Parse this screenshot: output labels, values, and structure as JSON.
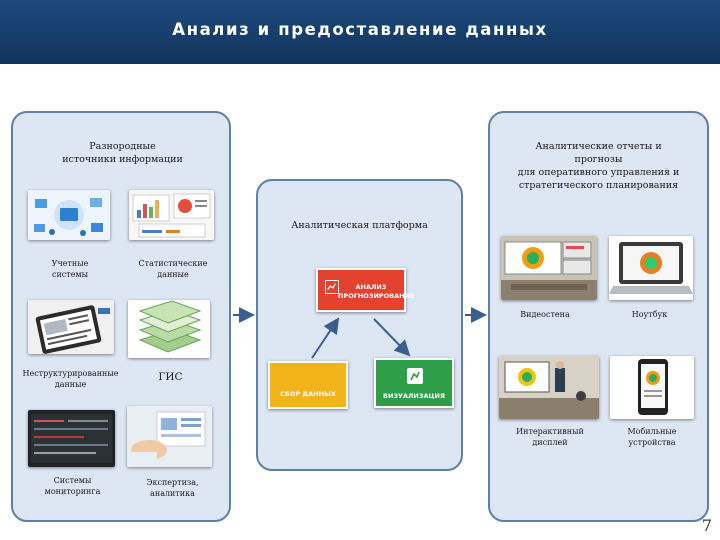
{
  "header": {
    "title": "Анализ и предоставление данных"
  },
  "left_panel": {
    "title": "Разнородные\nисточники информации",
    "items": [
      {
        "label": "Учетные\nсистемы",
        "icon": "accounting-systems-image"
      },
      {
        "label": "Статистические\nданные",
        "icon": "statistics-image"
      },
      {
        "label": "Неструктурированные\nданные",
        "icon": "unstructured-data-image"
      },
      {
        "label": "ГИС",
        "icon": "gis-layers-image"
      },
      {
        "label": "Системы\nмониторинга",
        "icon": "monitoring-screen-image"
      },
      {
        "label": "Экспертиза,\nаналитика",
        "icon": "expertise-analytics-image"
      }
    ]
  },
  "center_panel": {
    "title": "Аналитическая платформа",
    "analysis_button": "АНАЛИЗ\nПРОГНОЗИРОВАНИЕ",
    "collection_button": "СБОР ДАННЫХ",
    "visualization_button": "ВИЗУАЛИЗАЦИЯ"
  },
  "right_panel": {
    "title": "Аналитические отчеты и\nпрогнозы\nдля оперативного управления и\nстратегического планирования",
    "items": [
      {
        "label": "Видеостена",
        "icon": "video-wall-image"
      },
      {
        "label": "Ноутбук",
        "icon": "laptop-image"
      },
      {
        "label": "Интерактивный\nдисплей",
        "icon": "interactive-display-image"
      },
      {
        "label": "Мобильные\nустройства",
        "icon": "mobile-device-image"
      }
    ]
  },
  "colors": {
    "header": "#163d69",
    "panel_fill": "#dde6f3",
    "panel_border": "#5f7fa5",
    "analysis": "#e4412e",
    "collection": "#f3b31b",
    "visualization": "#2e9e48",
    "arrow": "#3b5f8c"
  },
  "page_number": "7"
}
